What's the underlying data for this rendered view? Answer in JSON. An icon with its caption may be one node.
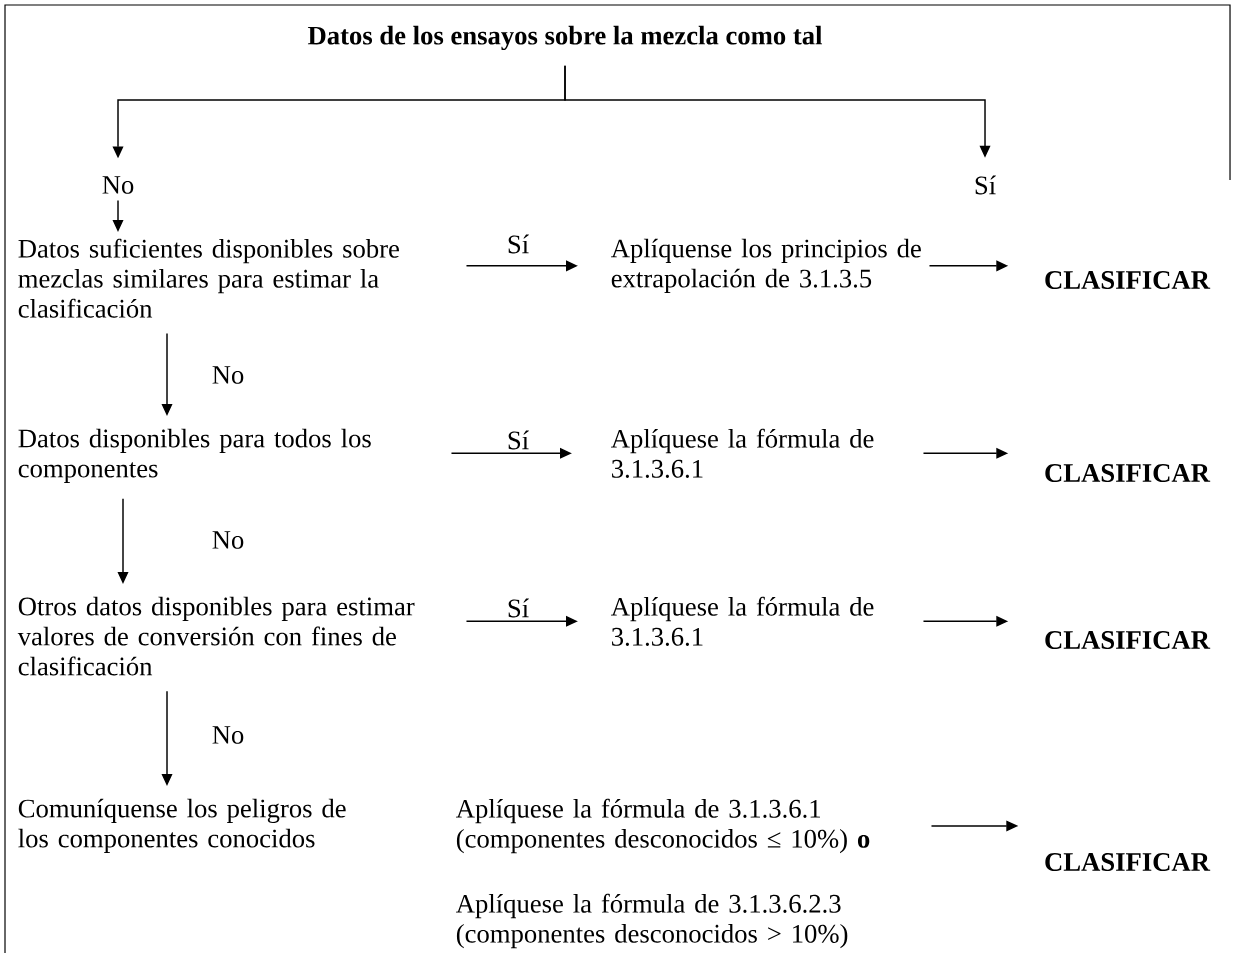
{
  "diagram": {
    "nodes": [
      {
        "text": [
          "Datos de los ensayos sobre la mezcla como tal"
        ]
      },
      {
        "text": [
          "No"
        ]
      },
      {
        "text": [
          "Sí"
        ]
      },
      {
        "text": [
          "Datos suficientes disponibles sobre mezclas similares para estimar la clasificación"
        ]
      },
      {
        "text": [
          "Aplíquense los principios de extrapolación de 3.1.3.5"
        ]
      },
      {
        "text": [
          "CLASIFICAR"
        ]
      },
      {
        "text": [
          "Datos disponibles para todos los componentes"
        ]
      },
      {
        "text": [
          "Aplíquese la fórmula de 3.1.3.6.1"
        ]
      },
      {
        "text": [
          "CLASIFICAR"
        ]
      },
      {
        "text": [
          "Otros datos disponibles para estimar valores de conversión con fines de clasificación"
        ]
      },
      {
        "text": [
          "Aplíquese la fórmula de 3.1.3.6.1"
        ]
      },
      {
        "text": [
          "CLASIFICAR"
        ]
      },
      {
        "text": [
          "Comuníquense los peligros de los componentes conocidos"
        ]
      },
      {
        "text": [
          "Aplíquese la fórmula de 3.1.3.6.1 (componentes desconocidos ≤ 10%) **o**"
        ]
      },
      {
        "text": [
          "Aplíquese la fórmula de 3.1.3.6.2.3 (componentes desconocidos > 10%)"
        ]
      },
      {
        "text": [
          "CLASIFICAR"
        ]
      }
    ],
    "edges": [
      {
        "from": 0,
        "to": 1,
        "arrow": "to"
      },
      {
        "from": 0,
        "to": 2,
        "arrow": "to"
      },
      {
        "from": 1,
        "to": 3,
        "arrow": "to"
      },
      {
        "from": 3,
        "to": 4,
        "arrow": "to",
        "label": "Sí"
      },
      {
        "from": 4,
        "to": 5,
        "arrow": "to"
      },
      {
        "from": 3,
        "to": 6,
        "arrow": "to",
        "label": "No"
      },
      {
        "from": 6,
        "to": 7,
        "arrow": "to",
        "label": "Sí"
      },
      {
        "from": 7,
        "to": 8,
        "arrow": "to"
      },
      {
        "from": 6,
        "to": 9,
        "arrow": "to",
        "label": "No"
      },
      {
        "from": 9,
        "to": 10,
        "arrow": "to",
        "label": "Sí"
      },
      {
        "from": 10,
        "to": 11,
        "arrow": "to"
      },
      {
        "from": 9,
        "to": 12,
        "arrow": "to",
        "label": "No"
      },
      {
        "from": 13,
        "to": 15,
        "arrow": "to"
      }
    ]
  }
}
